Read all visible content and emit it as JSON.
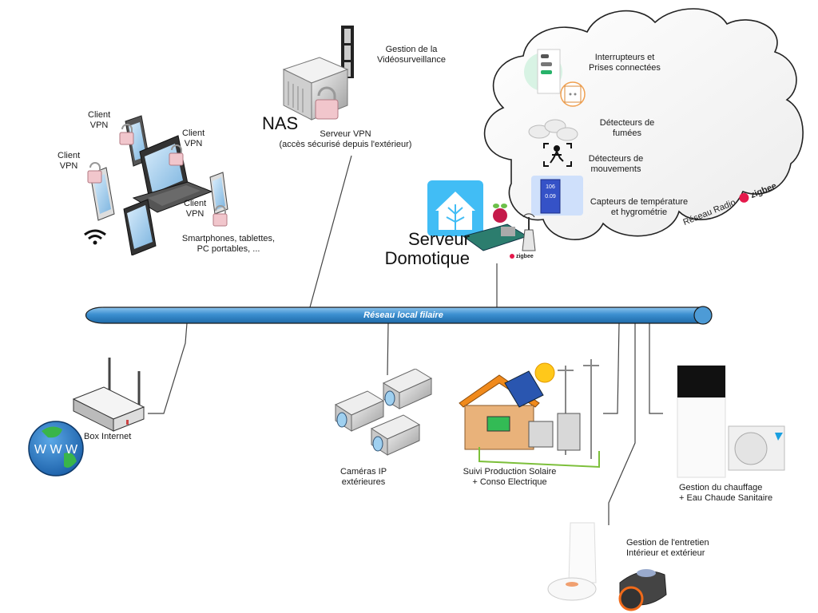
{
  "clients": {
    "vpn_label_line1": "Client",
    "vpn_label_line2": "VPN",
    "devices_line1": "Smartphones, tablettes,",
    "devices_line2": "PC portables,  ..."
  },
  "nas": {
    "title": "NAS",
    "video_line1": "Gestion de la",
    "video_line2": "Vidéosurveillance",
    "vpn_line1": "Serveur VPN",
    "vpn_line2": "(accès sécurisé depuis l'extérieur)"
  },
  "zigbee_cloud": {
    "switches_line1": "Interrupteurs et",
    "switches_line2": "Prises connectées",
    "smoke_line1": "Détecteurs de",
    "smoke_line2": "fumées",
    "motion_line1": "Détecteurs de",
    "motion_line2": "mouvements",
    "temp_line1": "Capteurs de température",
    "temp_line2": "et hygrométrie",
    "sensor_readout_1": "106",
    "sensor_readout_2": "0.09",
    "radio_label": "Réseau Radio",
    "brand": "zigbee",
    "brand_color": "#e5194b"
  },
  "server": {
    "line1": "Serveur",
    "line2": "Domotique",
    "dongle_label": "zigbee",
    "ha_color": "#41bdf5"
  },
  "network": {
    "label": "Réseau local filaire",
    "color": "#3b8fd0"
  },
  "box": {
    "label": "Box Internet",
    "globe_text": "W W W"
  },
  "cameras": {
    "line1": "Caméras IP",
    "line2": "extérieures"
  },
  "solar": {
    "line1": "Suivi Production Solaire",
    "line2": "+ Conso Electrique"
  },
  "heating": {
    "line1": "Gestion du chauffage",
    "line2": "+ Eau Chaude Sanitaire"
  },
  "cleaning": {
    "line1": "Gestion de l'entretien",
    "line2": "Intérieur et extérieur"
  }
}
